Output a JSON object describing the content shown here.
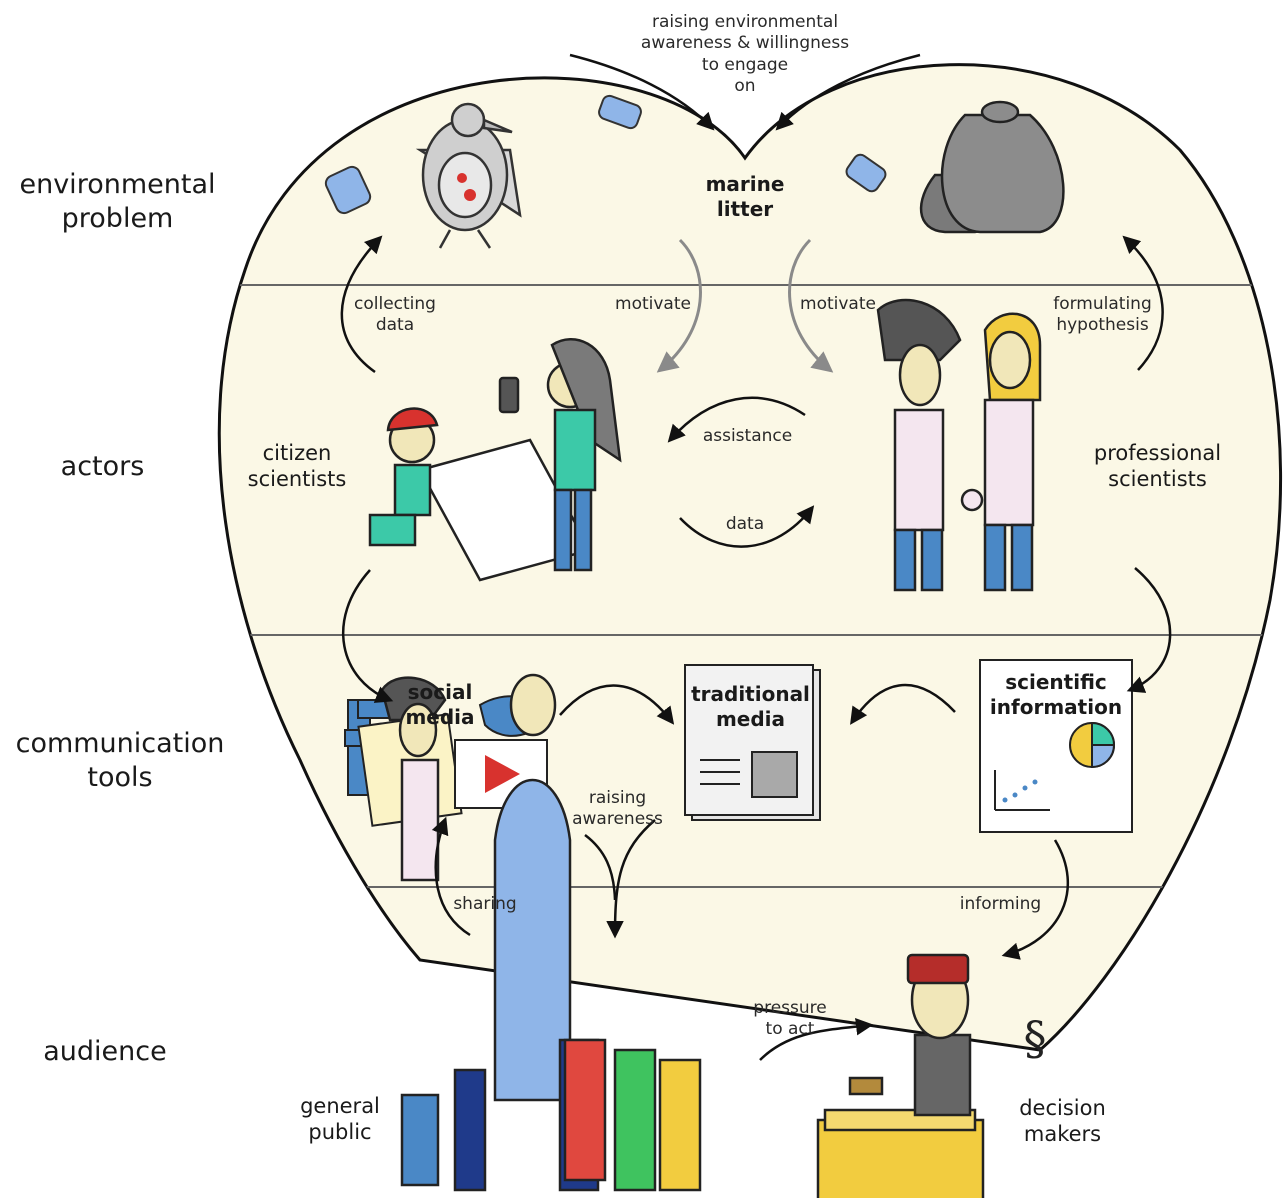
{
  "rows": {
    "environmental_problem": "environmental\nproblem",
    "actors": "actors",
    "communication_tools": "communication\ntools",
    "audience": "audience"
  },
  "nodes": {
    "marine_litter": "marine\nlitter",
    "citizen_scientists": "citizen\nscientists",
    "professional_scientists": "professional\nscientists",
    "social_media": "social\nmedia",
    "traditional_media": "traditional\nmedia",
    "scientific_information": "scientific\ninformation",
    "general_public": "general\npublic",
    "decision_makers": "decision\nmakers"
  },
  "edges": {
    "raising_env_awareness": "raising environmental\nawareness & willingness\nto engage\non",
    "collecting_data": "collecting\ndata",
    "motivate_left": "motivate",
    "motivate_right": "motivate",
    "formulating_hypothesis": "formulating\nhypothesis",
    "assistance": "assistance",
    "data": "data",
    "raising_awareness": "raising\nawareness",
    "sharing": "sharing",
    "informing": "informing",
    "pressure_to_act": "pressure\nto act"
  },
  "symbols": {
    "section_sign": "§"
  },
  "colors": {
    "heart_fill": "#fbf8e6",
    "outline": "#111111",
    "divider": "#666666",
    "teal": "#3cc9a8",
    "red": "#d8322e",
    "blue_jeans": "#4a88c6",
    "yellow": "#f2cc3f",
    "grey": "#777777"
  }
}
